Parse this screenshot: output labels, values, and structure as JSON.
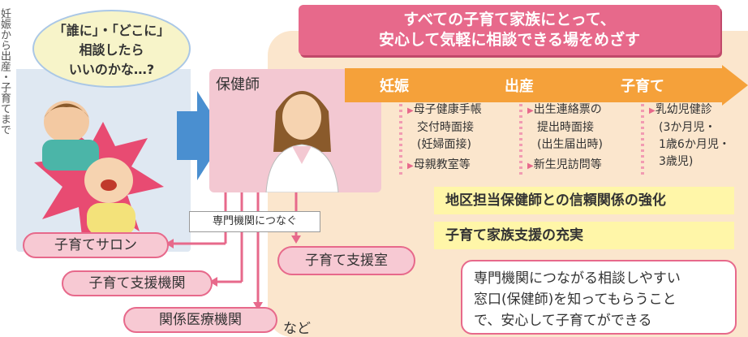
{
  "title": {
    "line1": "すべての子育て家族にとって、",
    "line2": "安心して気軽に相談できる場をめざす"
  },
  "bubble": {
    "line1": "「誰に」・「どこに」",
    "line2": "相談したら",
    "line3": "いいのかな…?"
  },
  "nurse_label": "保健師",
  "stages": [
    "妊娠",
    "出産",
    "子育て"
  ],
  "columns": [
    {
      "items": [
        "母子健康手帳",
        "交付時面接",
        "(妊婦面接)",
        "母親教室等"
      ]
    },
    {
      "items": [
        "出生連絡票の",
        "提出時面接",
        "(出生届出時)",
        "新生児訪問等"
      ]
    },
    {
      "items": [
        "乳幼児健診",
        "(3か月児・",
        "1歳6か月児・",
        "3歳児)"
      ]
    }
  ],
  "bars": [
    "地区担当保健師との信頼関係の強化",
    "子育て家族支援の充実"
  ],
  "connect_label": "専門機関につなぐ",
  "destinations": [
    "子育てサロン",
    "子育て支援機関",
    "関係医療機関",
    "子育て支援室"
  ],
  "nado": "など",
  "callout": {
    "line1": "専門機関につながる相談しやすい",
    "line2": "窓口(保健師)を知ってもらうこと",
    "line3": "で、安心して子育てができる"
  },
  "side_text": "妊娠から出産・子育てまで"
}
